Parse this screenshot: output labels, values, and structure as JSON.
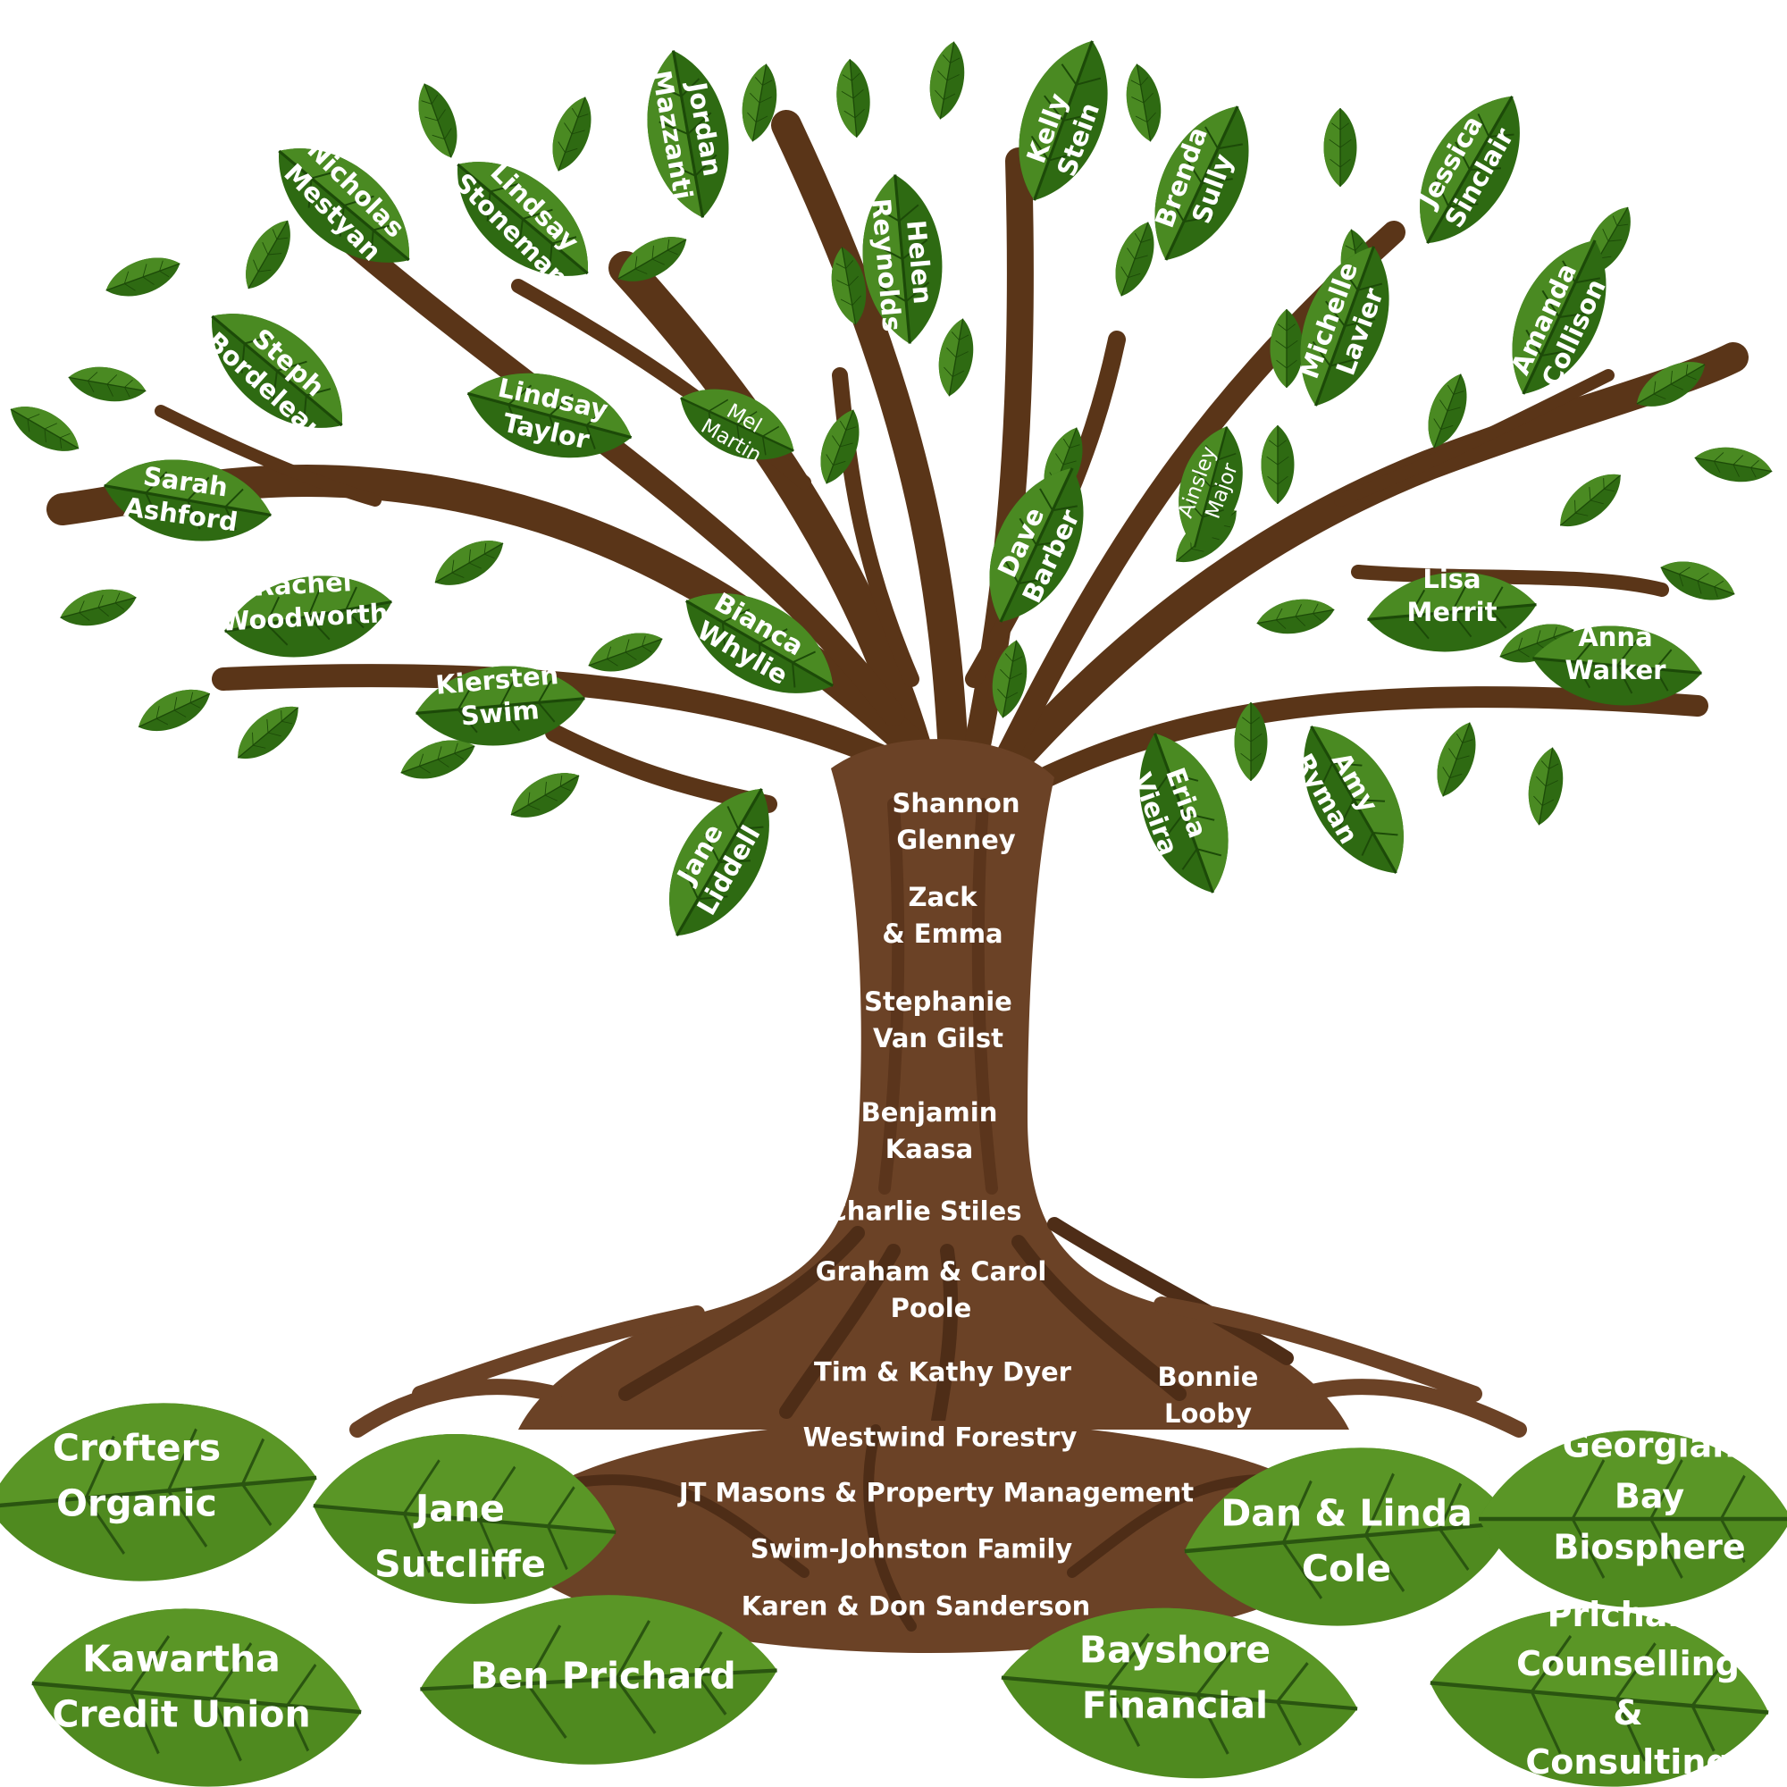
{
  "colors": {
    "leaf_dark": "#2e6a12",
    "leaf_mid": "#3f7d18",
    "leaf_light": "#5e9a34",
    "vein": "#1c4a08",
    "trunk": "#6b4226",
    "trunk_dark": "#4e2d17",
    "root_leaf": "#4f8a1f",
    "label": "#ffffff"
  },
  "leaves": {
    "jordan": "Jordan\nMazzanti",
    "kelly": "Kelly\nStein",
    "brenda": "Brenda\nSully",
    "jessica": "Jessica\nSinclair",
    "nicholas": "Nicholas\nMestyan",
    "lindsay_s": "Lindsay\nStoneman",
    "helen": "Helen\nReynolds",
    "steph": "Steph\nBordeleau",
    "michelle": "Michelle\nLavier",
    "amanda": "Amanda\nCollison",
    "lindsay_t": "Lindsay\nTaylor",
    "mel": "Mel\nMartin",
    "sarah": "Sarah\nAshford",
    "dave": "Dave\nBarber",
    "ainsley": "Ainsley\nMajor",
    "rachel": "Rachel\nWoodworth",
    "bianca": "Bianca\nWhylie",
    "lisa": "Lisa\nMerrit",
    "anna": "Anna\nWalker",
    "kiersten": "Kiersten\nSwim",
    "erisa": "Erisa\nVieira",
    "amy": "Amy\nRyman",
    "jane_l": "Jane\nLiddell"
  },
  "trunk": {
    "shannon": "Shannon\nGlenney",
    "zack": "Zack\n& Emma",
    "stephanie": "Stephanie\nVan Gilst",
    "benjamin": "Benjamin\nKaasa",
    "charlie": "Charlie Stiles",
    "graham": "Graham & Carol\nPoole",
    "tim": "Tim & Kathy Dyer",
    "bonnie": "Bonnie\nLooby",
    "westwind": "Westwind Forestry",
    "jt": "JT Masons & Property Management",
    "swim": "Swim-Johnston Family",
    "karen": "Karen & Don Sanderson"
  },
  "roots": {
    "crofters": "Crofters\nOrganic",
    "jane_s": "Jane\nSutcliffe",
    "dan": "Dan & Linda\nCole",
    "georgian": "Georgian Bay\nBiosphere",
    "kawartha": "Kawartha\nCredit Union",
    "ben": "Ben Prichard",
    "bayshore": "Bayshore\nFinancial",
    "prichard": "Prichard\nCounselling\n& Consulting"
  }
}
